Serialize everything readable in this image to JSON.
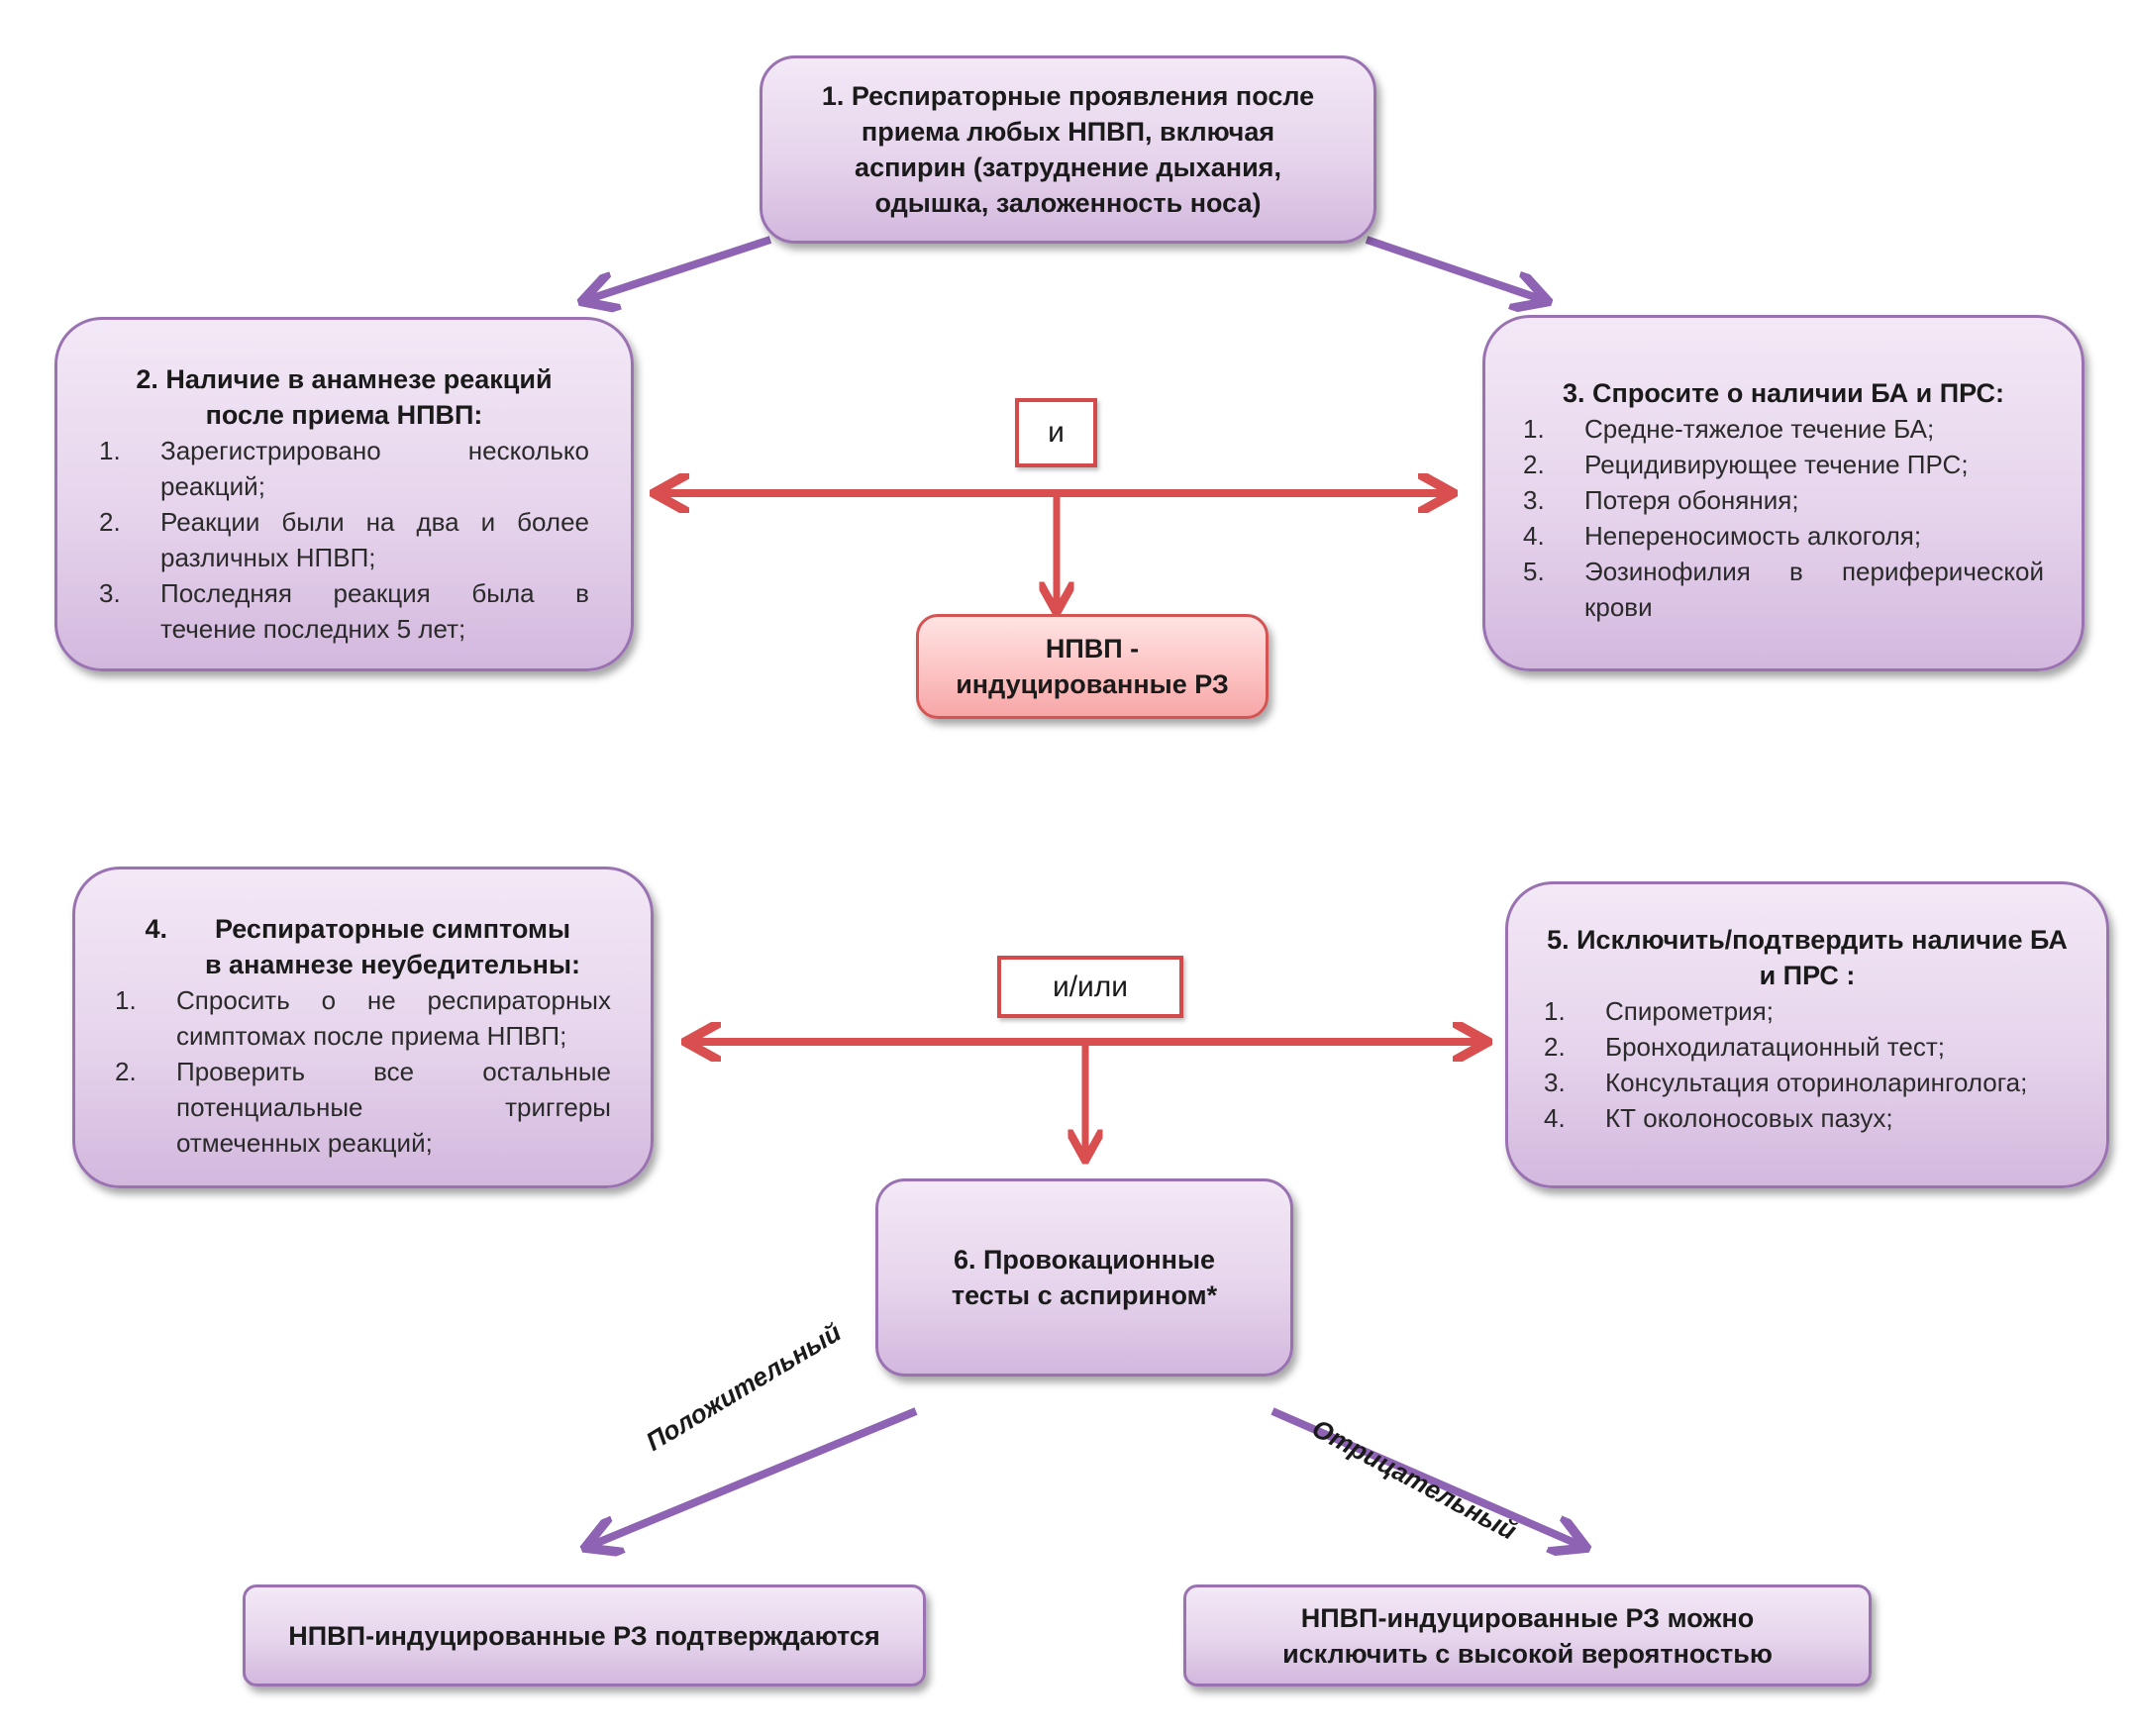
{
  "nodes": {
    "n1": {
      "title": "1. Респираторные проявления после приема любых НПВП, включая аспирин (затруднение дыхания, одышка, заложенность носа)"
    },
    "n2": {
      "title": "2. Наличие в анамнезе реакций после приема НПВП:",
      "items": [
        {
          "num": "1.",
          "text": "Зарегистрировано несколько реакций;"
        },
        {
          "num": "2.",
          "text": "Реакции были на два и более различных НПВП;"
        },
        {
          "num": "3.",
          "text": "Последняя реакция была в течение последних 5 лет;"
        }
      ]
    },
    "n3": {
      "title": "3. Спросите о наличии БА и ПРС:",
      "items": [
        {
          "num": "1.",
          "text": "Средне-тяжелое течение БА;"
        },
        {
          "num": "2.",
          "text": "Рецидивирующее течение ПРС;"
        },
        {
          "num": "3.",
          "text": "Потеря обоняния;"
        },
        {
          "num": "4.",
          "text": "Непереносимость алкоголя;"
        },
        {
          "num": "5.",
          "text": "Эозинофилия в периферической крови"
        }
      ]
    },
    "n_result_top": {
      "line1": "НПВП -",
      "line2": "индуцированные РЗ"
    },
    "n4": {
      "title_num": "4.",
      "title": "Респираторные симптомы в анамнезе неубедительны:",
      "items": [
        {
          "num": "1.",
          "text": "Спросить о не респираторных симптомах после приема НПВП;"
        },
        {
          "num": "2.",
          "text": "Проверить все остальные потенциальные триггеры отмеченных реакций;"
        }
      ]
    },
    "n5": {
      "title": "5. Исключить/подтвердить наличие БА и ПРС :",
      "items": [
        {
          "num": "1.",
          "text": "Спирометрия;"
        },
        {
          "num": "2.",
          "text": "Бронходилатационный тест;"
        },
        {
          "num": "3.",
          "text": "Консультация оториноларинголога;"
        },
        {
          "num": "4.",
          "text": "КТ околоносовых пазух;"
        }
      ]
    },
    "n6": {
      "title": "6. Провокационные тесты с аспирином*"
    },
    "n_positive": {
      "text": "НПВП-индуцированные РЗ подтверждаются"
    },
    "n_negative": {
      "text": "НПВП-индуцированные РЗ можно исключить с высокой вероятностью"
    }
  },
  "connectors": {
    "and_label": "и",
    "and_or_label": "и/или",
    "positive_label": "Положительный",
    "negative_label": "Отрицательный"
  },
  "colors": {
    "purple_arrow": "#8e63b3",
    "red_arrow": "#d94e4e",
    "box_border": "#9a72b2",
    "red_box_border": "#d45454"
  }
}
